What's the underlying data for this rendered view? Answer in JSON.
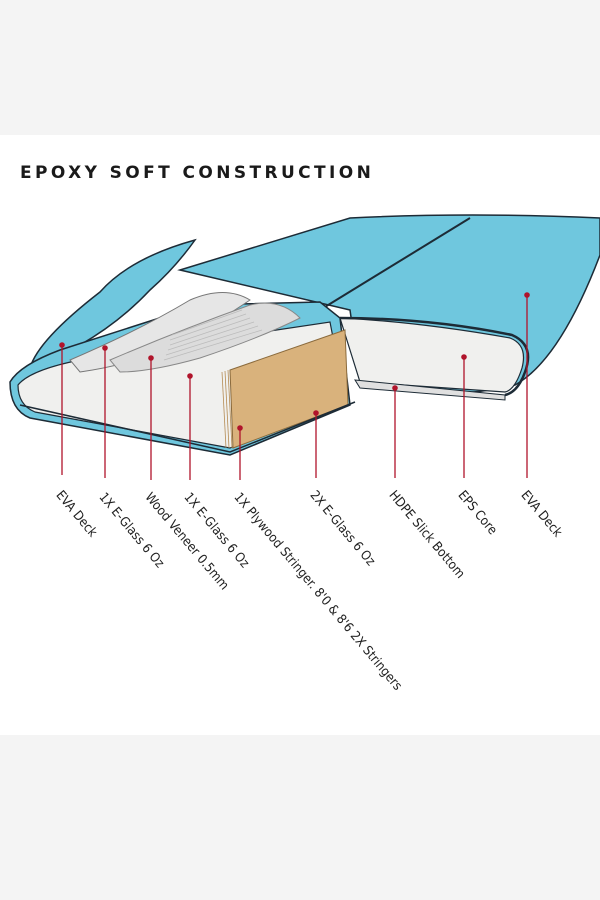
{
  "title": "EPOXY SOFT CONSTRUCTION",
  "colors": {
    "deck_blue": "#6fc7de",
    "deck_blue_dark": "#2e8fb0",
    "core_white": "#f0f0ee",
    "stringer_wood": "#d9b27c",
    "callout_red": "#b0142b",
    "outline": "#1d2b36"
  },
  "labels": [
    {
      "id": "eva-deck-left",
      "text": "EVA Deck"
    },
    {
      "id": "e-glass-6oz-top",
      "text": "1X E-Glass 6 Oz"
    },
    {
      "id": "wood-veneer",
      "text": "Wood Veneer 0.5mm"
    },
    {
      "id": "e-glass-6oz-mid",
      "text": "1X E-Glass 6 Oz"
    },
    {
      "id": "plywood-stringer",
      "text": "1X Plywood Stringer. 8'0 & 8'6 2X Stringers"
    },
    {
      "id": "e-glass-2x",
      "text": "2X E-Glass 6 Oz"
    },
    {
      "id": "hdpe-slick-bottom",
      "text": "HDPE Slick Bottom"
    },
    {
      "id": "eps-core",
      "text": "EPS Core"
    },
    {
      "id": "eva-deck-right",
      "text": "EVA Deck"
    }
  ]
}
